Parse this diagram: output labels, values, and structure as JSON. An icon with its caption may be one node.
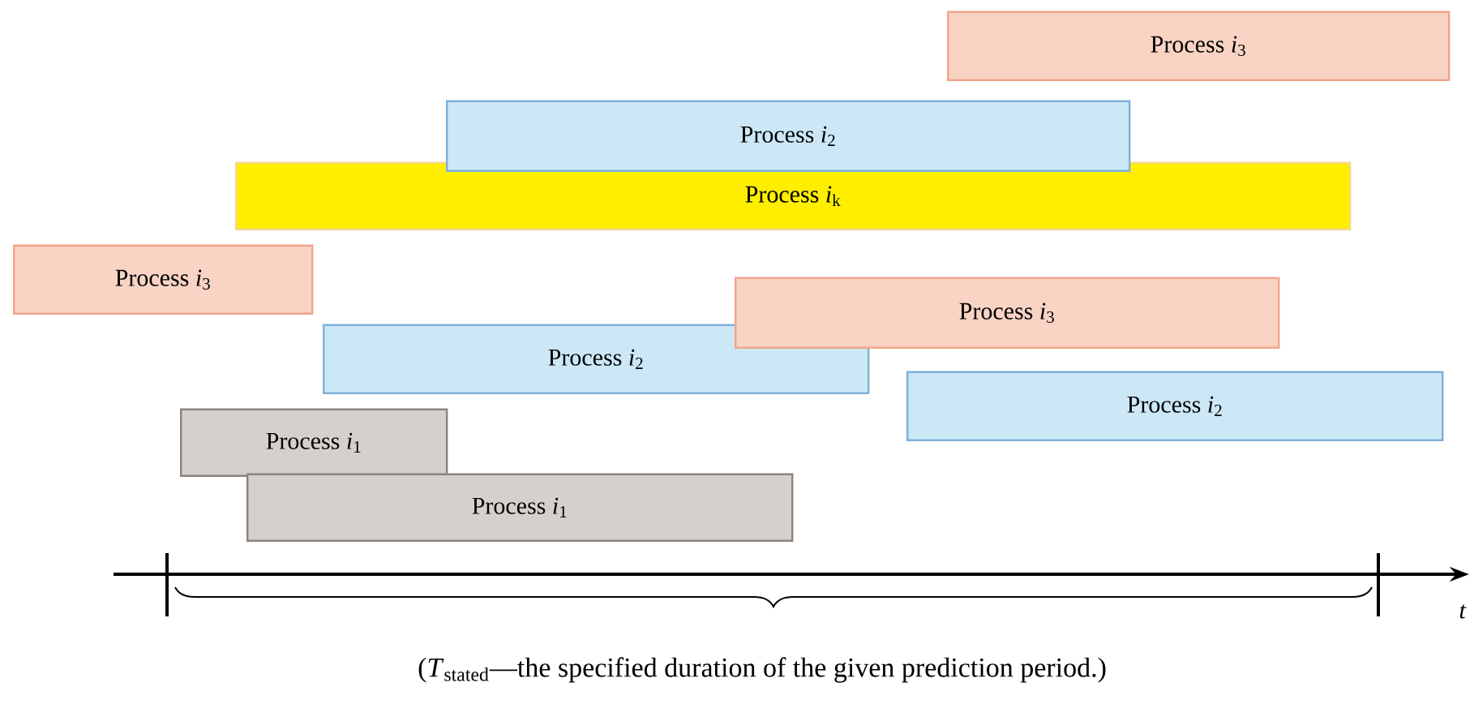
{
  "diagram": {
    "caption": "(*T*$_{stated}$—the specified duration of the given prediction period.)",
    "nodes": [
      {
        "text": [
          "Process *i*$_{3}$"
        ]
      },
      {
        "text": [
          "Process *i*$_{2}$"
        ]
      },
      {
        "text": [
          "Process *i*$_{k}$"
        ]
      },
      {
        "text": [
          "Process *i*$_{3}$"
        ]
      },
      {
        "text": [
          "Process *i*$_{3}$"
        ]
      },
      {
        "text": [
          "Process *i*$_{2}$"
        ]
      },
      {
        "text": [
          "Process *i*$_{2}$"
        ]
      },
      {
        "text": [
          "Process *i*$_{1}$"
        ]
      },
      {
        "text": [
          "Process *i*$_{1}$"
        ]
      }
    ],
    "labels": [
      "*t*"
    ]
  }
}
